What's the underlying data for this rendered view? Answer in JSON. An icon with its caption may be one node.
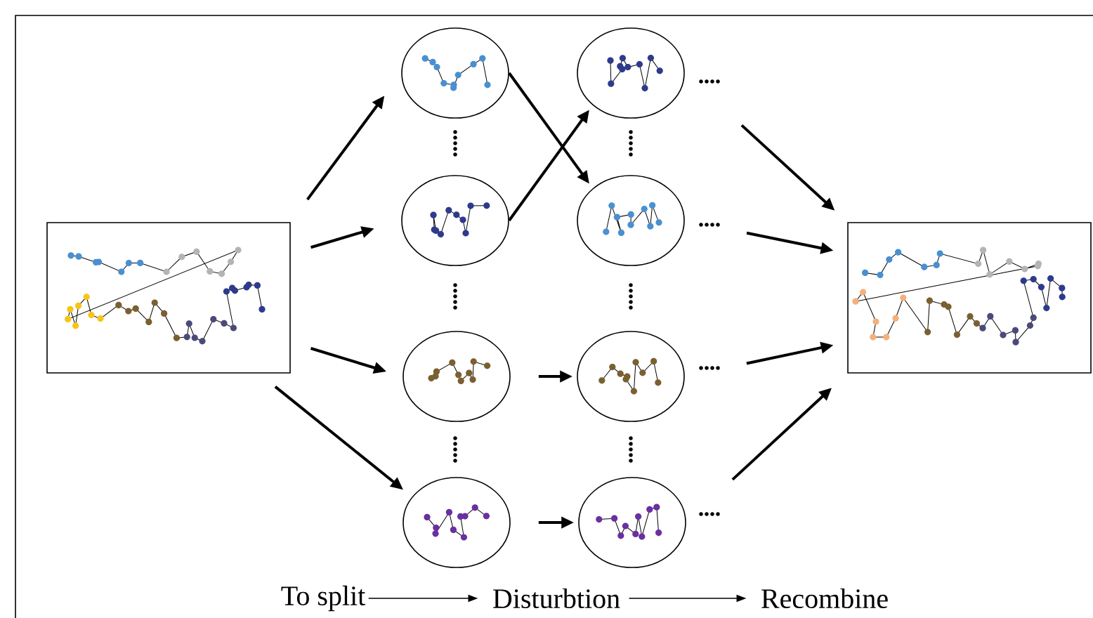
{
  "diagram": {
    "nodes": [
      {
        "text": [],
        "shape": "picture"
      },
      {
        "text": [],
        "shape": "circle"
      },
      {
        "text": [],
        "shape": "circle"
      },
      {
        "text": [],
        "shape": "circle"
      },
      {
        "text": [],
        "shape": "circle"
      },
      {
        "text": [],
        "shape": "circle"
      },
      {
        "text": [],
        "shape": "circle"
      },
      {
        "text": [],
        "shape": "circle"
      },
      {
        "text": [],
        "shape": "circle"
      },
      {
        "text": [],
        "shape": "picture"
      },
      {
        "text": [
          "To split"
        ]
      },
      {
        "text": [
          "Disturbtion"
        ]
      },
      {
        "text": [
          "Recombine"
        ]
      }
    ],
    "edges": [
      {
        "from": 0,
        "to": 1,
        "arrow": "to"
      },
      {
        "from": 0,
        "to": 2,
        "arrow": "to"
      },
      {
        "from": 0,
        "to": 3,
        "arrow": "to"
      },
      {
        "from": 0,
        "to": 4,
        "arrow": "to"
      },
      {
        "from": 1,
        "to": 6,
        "arrow": "to"
      },
      {
        "from": 2,
        "to": 5,
        "arrow": "to"
      },
      {
        "from": 3,
        "to": 7,
        "arrow": "to"
      },
      {
        "from": 4,
        "to": 8,
        "arrow": "to"
      },
      {
        "from": 5,
        "to": 9,
        "arrow": "to"
      },
      {
        "from": 6,
        "to": 9,
        "arrow": "to"
      },
      {
        "from": 7,
        "to": 9,
        "arrow": "to"
      },
      {
        "from": 8,
        "to": 9,
        "arrow": "to"
      },
      {
        "from": 10,
        "to": 11,
        "arrow": "to"
      },
      {
        "from": 11,
        "to": 12,
        "arrow": "to"
      }
    ]
  }
}
